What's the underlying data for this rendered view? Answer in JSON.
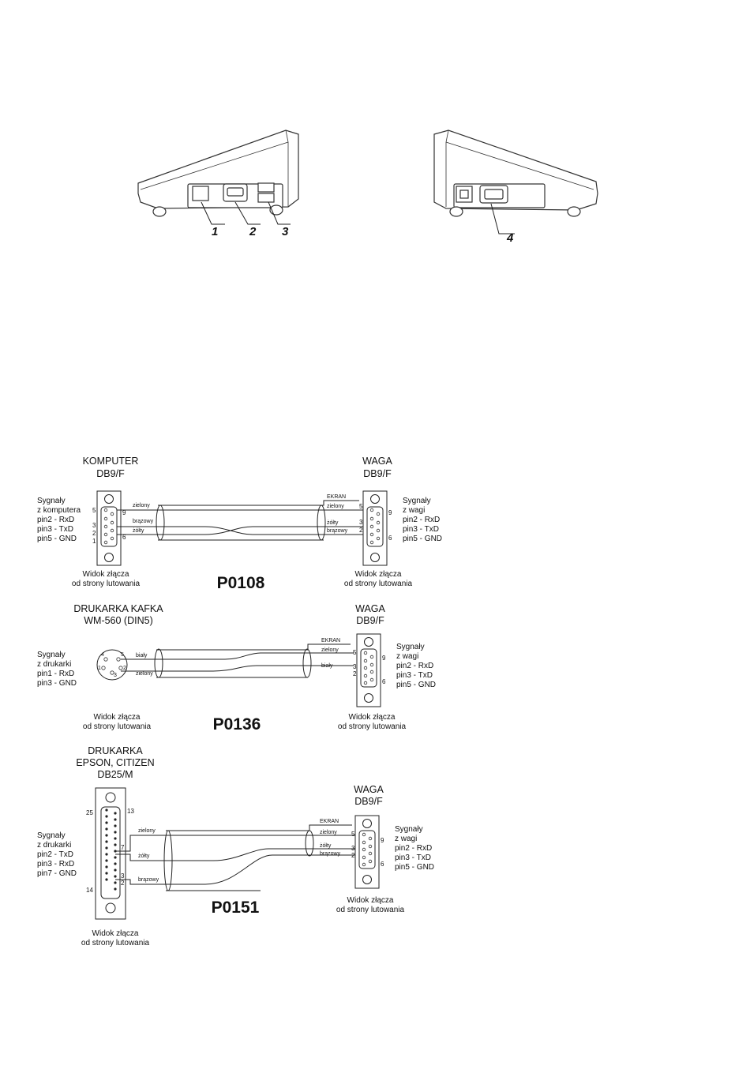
{
  "device_images": {
    "callouts": [
      "1",
      "2",
      "3",
      "4"
    ]
  },
  "p0108": {
    "left_title": "KOMPUTER",
    "left_conn": "DB9/F",
    "right_title": "WAGA",
    "right_conn": "DB9/F",
    "left_signals": [
      "Sygnały",
      "z komputera",
      "pin2 - RxD",
      "pin3 - TxD",
      "pin5 - GND"
    ],
    "right_signals": [
      "Sygnały",
      "z wagi",
      "pin2 - RxD",
      "pin3 - TxD",
      "pin5 - GND"
    ],
    "left_pins": [
      "5",
      "3",
      "2",
      "1",
      "9",
      "6"
    ],
    "right_pins": [
      "5",
      "3",
      "2",
      "9",
      "6"
    ],
    "wires_left": [
      "zielony",
      "brązowy",
      "żółty"
    ],
    "wires_right": [
      "EKRAN",
      "zielony",
      "żółty",
      "brązowy"
    ],
    "view_left": [
      "Widok złącza",
      "od strony lutowania"
    ],
    "view_right": [
      "Widok złącza",
      "od strony lutowania"
    ],
    "code": "P0108"
  },
  "p0136": {
    "left_title": "DRUKARKA KAFKA",
    "left_conn": "WM-560 (DIN5)",
    "right_title": "WAGA",
    "right_conn": "DB9/F",
    "left_signals": [
      "Sygnały",
      "z drukarki",
      "pin1 - RxD",
      "pin3 - GND"
    ],
    "right_signals": [
      "Sygnały",
      "z wagi",
      "pin2 - RxD",
      "pin3 - TxD",
      "pin5 - GND"
    ],
    "din_pins": [
      "4",
      "5",
      "1",
      "2",
      "3"
    ],
    "right_pins": [
      "5",
      "3",
      "2",
      "9",
      "6"
    ],
    "wires_left": [
      "biały",
      "zielony"
    ],
    "wires_right": [
      "EKRAN",
      "zielony",
      "biały"
    ],
    "view_left": [
      "Widok złącza",
      "od strony lutowania"
    ],
    "view_right": [
      "Widok złącza",
      "od strony lutowania"
    ],
    "code": "P0136"
  },
  "p0151": {
    "left_title": "DRUKARKA",
    "left_sub": "EPSON, CITIZEN",
    "left_conn": "DB25/M",
    "right_title": "WAGA",
    "right_conn": "DB9/F",
    "left_signals": [
      "Sygnały",
      "z drukarki",
      "pin2 - TxD",
      "pin3 - RxD",
      "pin7 - GND"
    ],
    "right_signals": [
      "Sygnały",
      "z wagi",
      "pin2 - RxD",
      "pin3 - TxD",
      "pin5 - GND"
    ],
    "left_pins": [
      "25",
      "13",
      "7",
      "3",
      "2",
      "14"
    ],
    "right_pins": [
      "5",
      "3",
      "2",
      "9",
      "6"
    ],
    "wires_left": [
      "zielony",
      "żółty",
      "brązowy"
    ],
    "wires_right": [
      "EKRAN",
      "zielony",
      "żółty",
      "brązowy"
    ],
    "view_left": [
      "Widok złącza",
      "od strony lutowania"
    ],
    "view_right": [
      "Widok złącza",
      "od strony lutowania"
    ],
    "code": "P0151"
  }
}
